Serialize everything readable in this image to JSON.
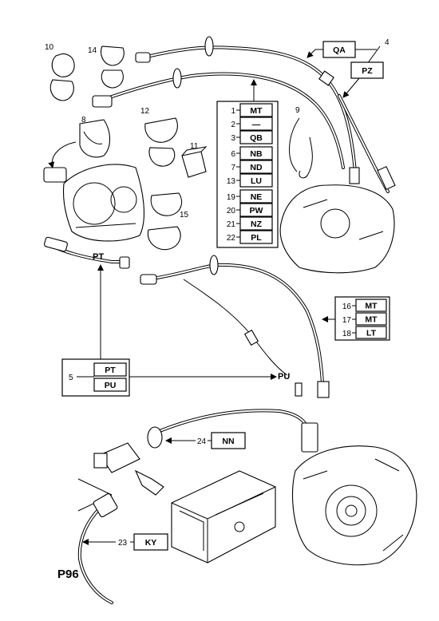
{
  "diagram": {
    "page_label": "P96",
    "qa_code": "QA",
    "pz": {
      "item": "4",
      "code": "PZ"
    },
    "pt_label": "PT",
    "pu_label": "PU",
    "standalone_items": {
      "item8": "8",
      "item9": "9",
      "item10": "10",
      "item11": "11",
      "item12": "12",
      "item14": "14",
      "item15": "15"
    },
    "center_list": [
      {
        "item": "1",
        "code": "MT"
      },
      {
        "item": "2",
        "code": "—"
      },
      {
        "item": "3",
        "code": "QB"
      },
      {
        "item": "6",
        "code": "NB"
      },
      {
        "item": "7",
        "code": "ND"
      },
      {
        "item": "13",
        "code": "LU"
      },
      {
        "item": "19",
        "code": "NE"
      },
      {
        "item": "20",
        "code": "PW"
      },
      {
        "item": "21",
        "code": "NZ"
      },
      {
        "item": "22",
        "code": "PL"
      }
    ],
    "right_list": [
      {
        "item": "16",
        "code": "MT"
      },
      {
        "item": "17",
        "code": "MT"
      },
      {
        "item": "18",
        "code": "LT"
      }
    ],
    "item5": {
      "item": "5",
      "codes": [
        "PT",
        "PU"
      ]
    },
    "item24": {
      "item": "24",
      "code": "NN"
    },
    "item23": {
      "item": "23",
      "code": "KY"
    }
  }
}
